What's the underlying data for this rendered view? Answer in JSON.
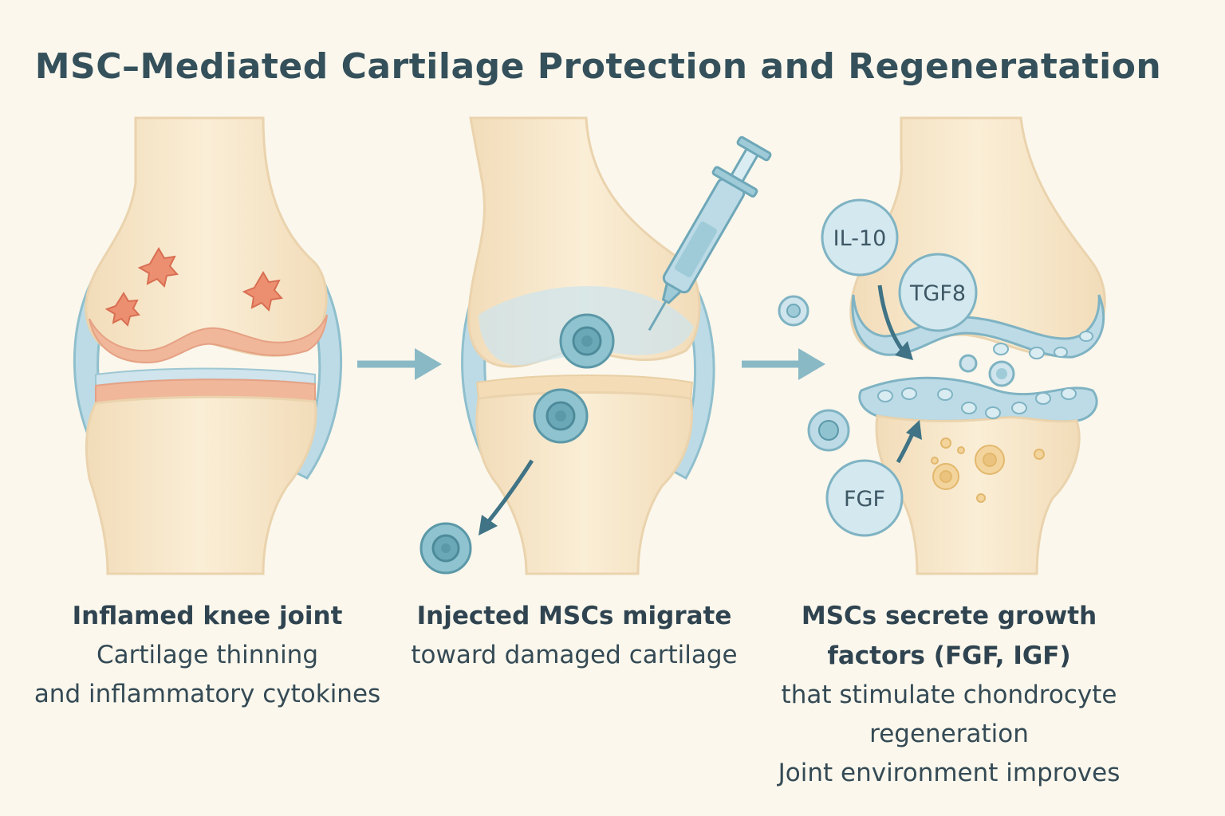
{
  "title": "MSC–Mediated Cartilage Protection and Regeneratation",
  "panels": [
    {
      "heading": "Inflamed knee joint",
      "lines": [
        "Cartilage thinning",
        "and inflammatory cytokines"
      ]
    },
    {
      "heading": "Injected MSCs migrate",
      "lines": [
        "toward damaged cartilage"
      ]
    },
    {
      "heading_lines": [
        "MSCs secrete growth",
        "factors (FGF, IGF)"
      ],
      "lines": [
        "that stimulate chondrocyte",
        "regeneration",
        "Joint environment improves"
      ]
    }
  ],
  "factor_labels": {
    "il10": "IL-10",
    "tgf": "TGF8",
    "fgf": "FGF"
  },
  "colors": {
    "background": "#fbf7ec",
    "bone": "#f8e6c6",
    "synovial": "#bcdbe6",
    "cartilage_inflamed": "#f0b79a",
    "cell": "#8fc3cf",
    "arrow": "#8ab9c6"
  }
}
